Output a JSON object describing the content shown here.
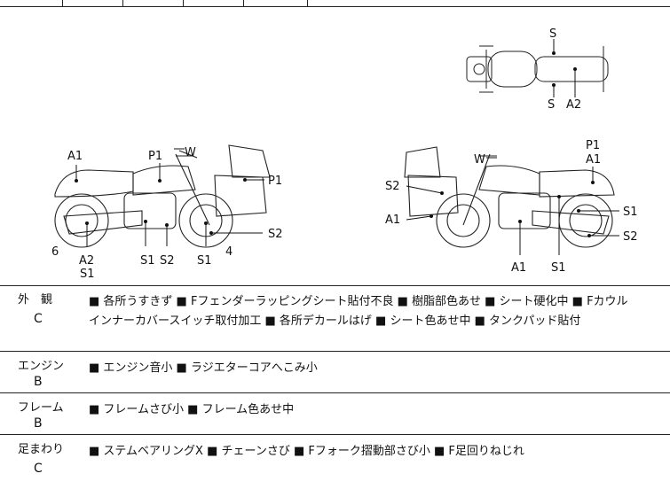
{
  "diagram": {
    "top_view_labels": {
      "s_top": "S",
      "s_bottom": "S",
      "a2": "A2"
    },
    "left_bike_labels": {
      "a1": "A1",
      "p1_tank": "P1",
      "w": "W",
      "p1_bag": "P1",
      "s2_wheel": "S2",
      "six": "6",
      "a2": "A2",
      "s1_bottom": "S1",
      "s1_engine": "S1",
      "s2_engine": "S2",
      "s1_front": "S1",
      "four": "4"
    },
    "right_bike_labels": {
      "w": "W",
      "p1": "P1",
      "a1_top": "A1",
      "s2_bag": "S2",
      "a1_bag": "A1",
      "s1_right": "S1",
      "s2_right": "S2",
      "a1_bottom": "A1",
      "s1_bottom": "S1"
    }
  },
  "sections": [
    {
      "category": "外　観",
      "grade": "C",
      "items_line1": "■ 各所うすきず ■ Fフェンダーラッピングシート貼付不良 ■ 樹脂部色あせ ■ シート硬化中 ■ Fカウル",
      "items_line2": "インナーカバースイッチ取付加工 ■ 各所デカールはげ ■ シート色あせ中 ■ タンクパッド貼付"
    },
    {
      "category": "エンジン",
      "grade": "B",
      "items_line1": "■ エンジン音小 ■ ラジエターコアへこみ小",
      "items_line2": ""
    },
    {
      "category": "フレーム",
      "grade": "B",
      "items_line1": "■ フレームさび小 ■ フレーム色あせ中",
      "items_line2": ""
    },
    {
      "category": "足まわり",
      "grade": "C",
      "items_line1": "■ ステムベアリングX ■ チェーンさび ■ Fフォーク摺動部さび小 ■ F足回りねじれ",
      "items_line2": ""
    }
  ]
}
